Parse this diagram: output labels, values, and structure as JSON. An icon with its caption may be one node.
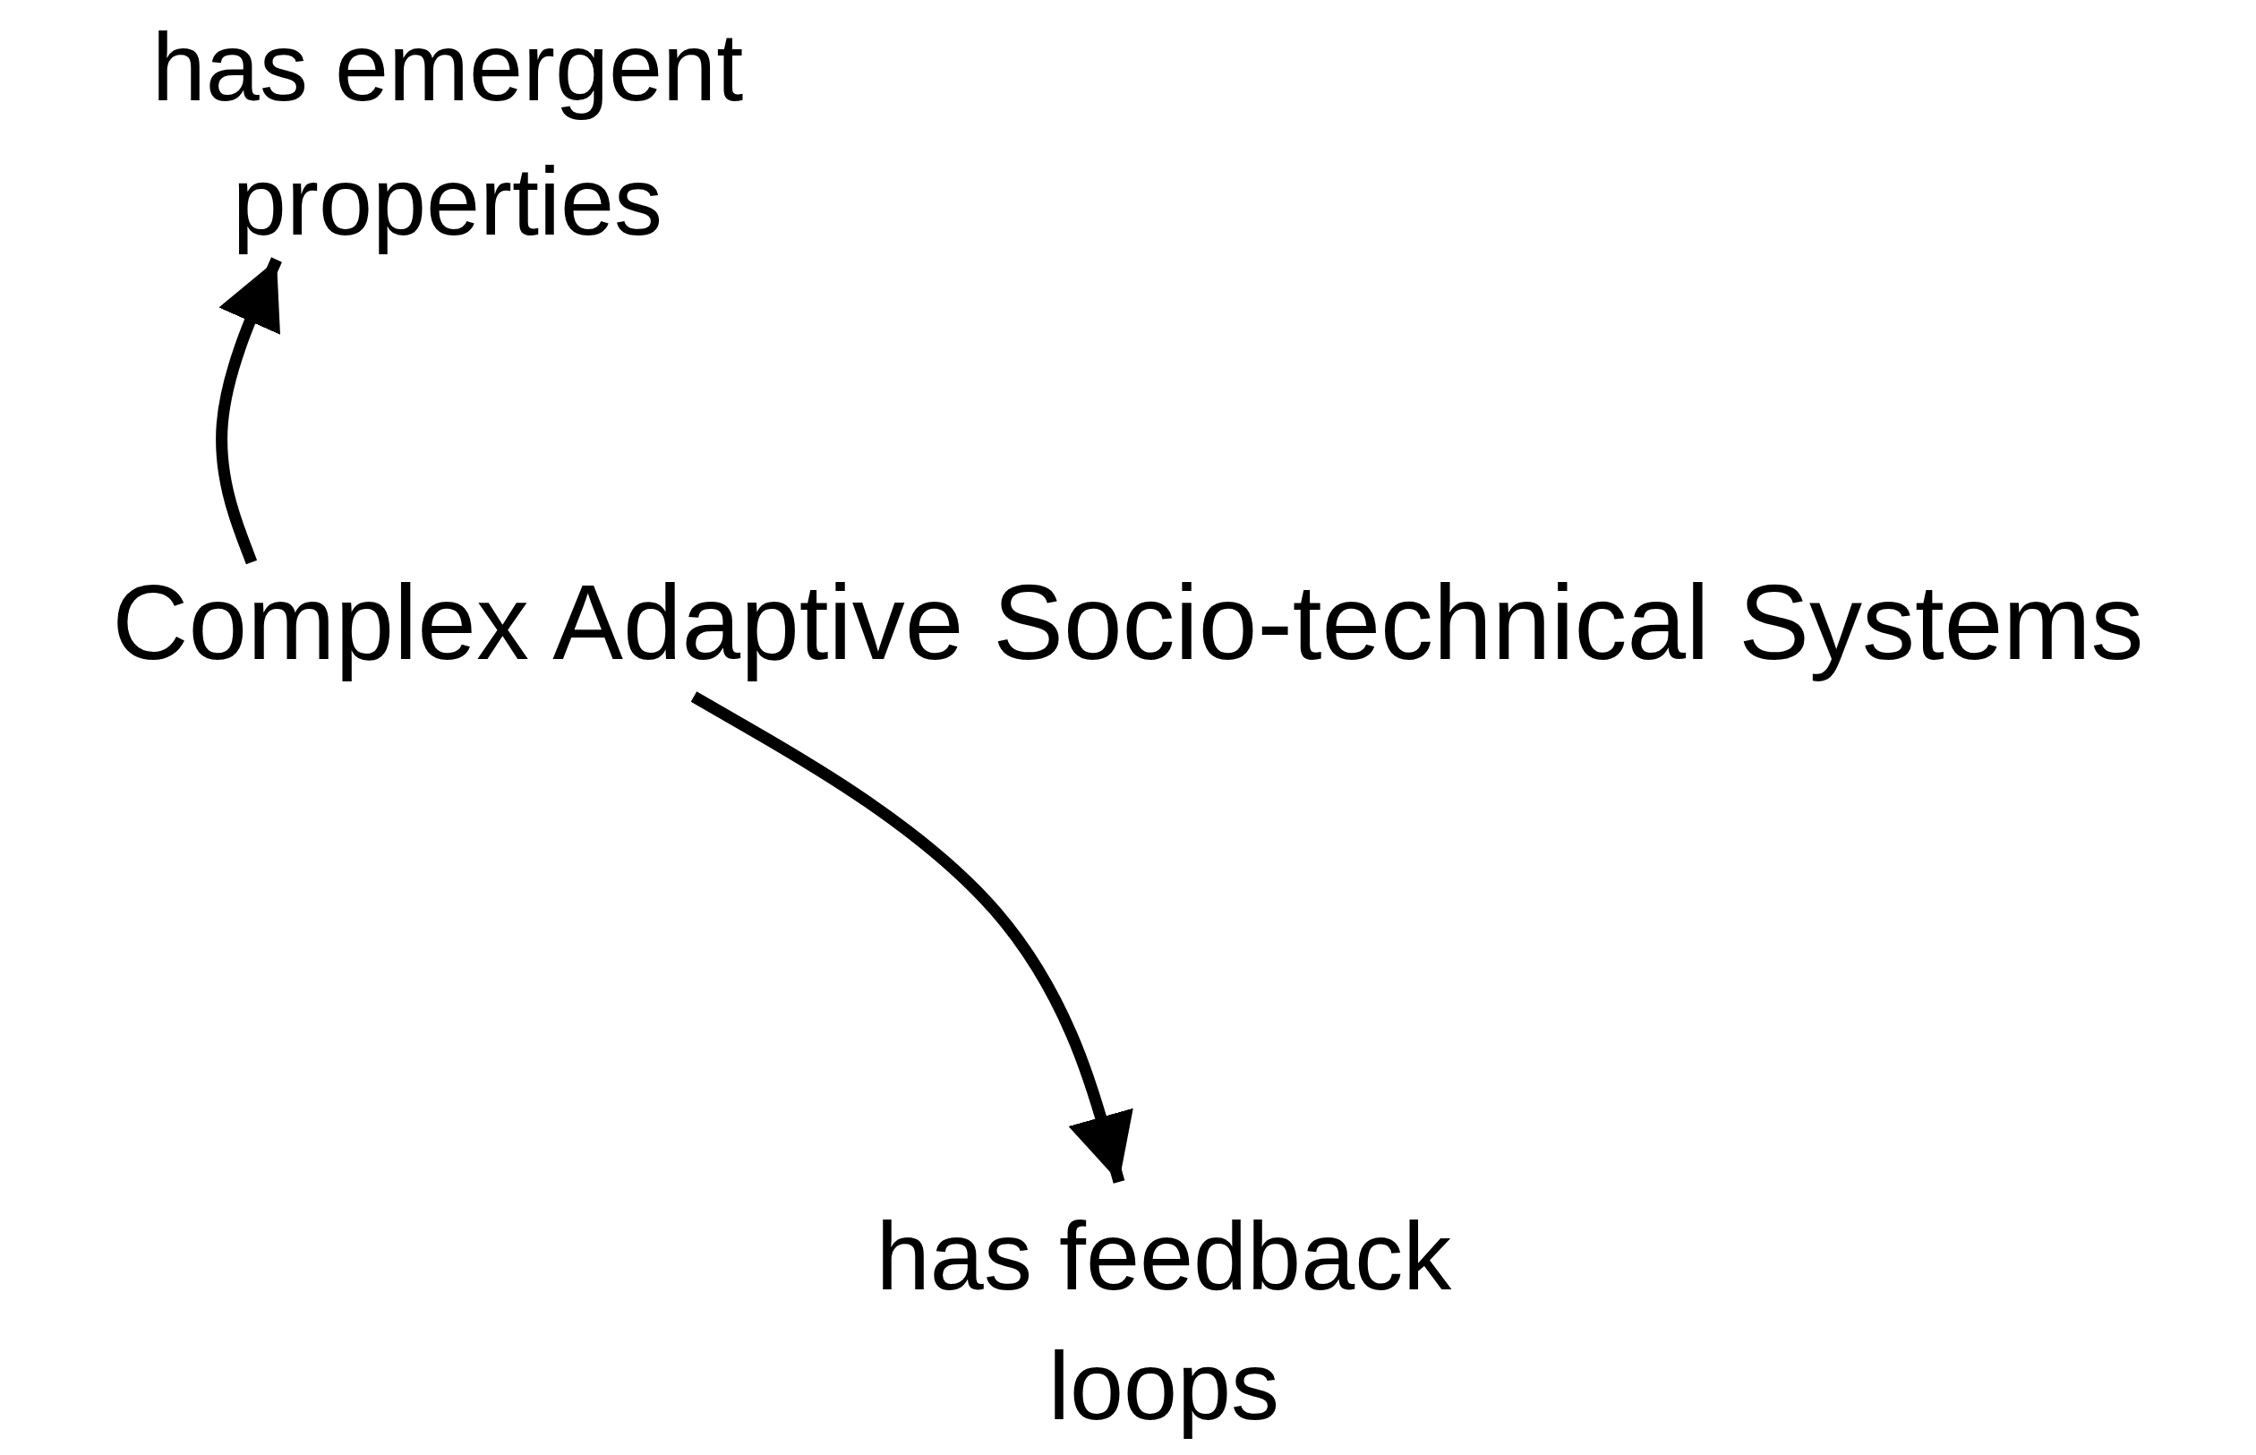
{
  "diagram": {
    "nodes": [
      {
        "text": [
          "has emergent properties"
        ]
      },
      {
        "text": [
          "Complex Adaptive Socio-technical Systems"
        ]
      },
      {
        "text": [
          "has feedback loops"
        ]
      }
    ],
    "edges": [
      {
        "from": 1,
        "to": 0,
        "arrow": "to"
      },
      {
        "from": 1,
        "to": 2,
        "arrow": "to"
      }
    ]
  }
}
